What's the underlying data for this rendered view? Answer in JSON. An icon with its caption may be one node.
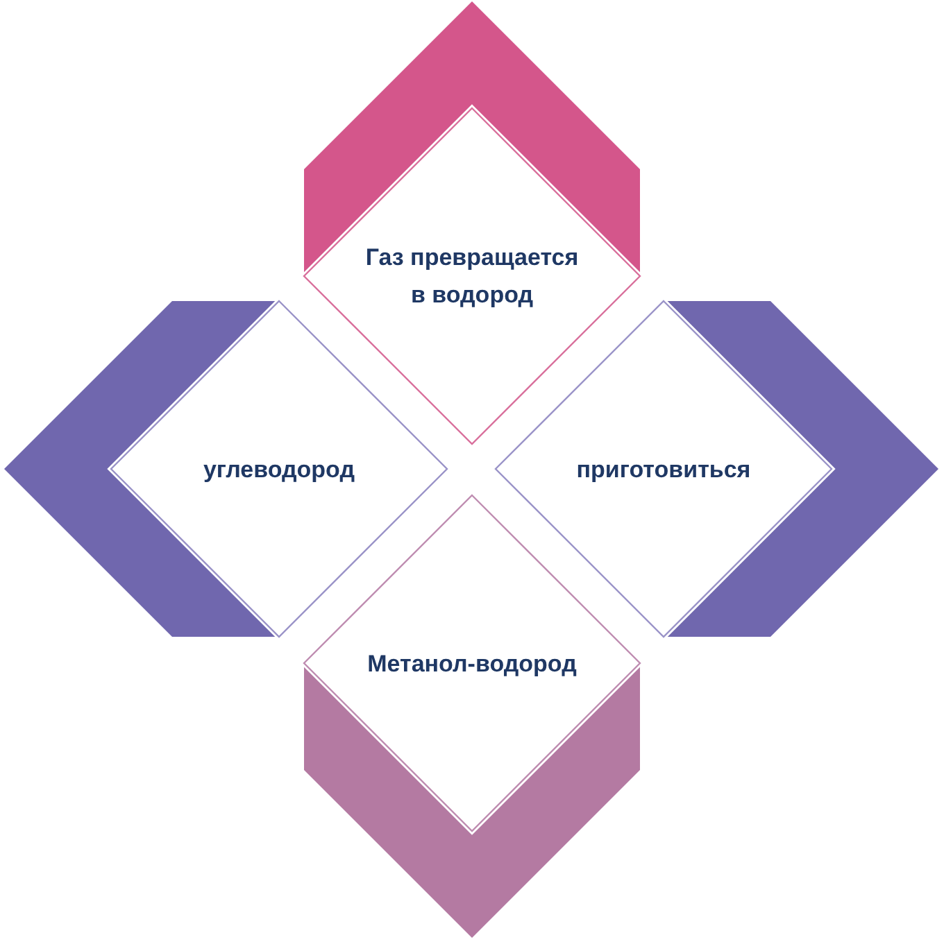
{
  "diagram": {
    "nodes": [
      {
        "text": [
          "Газ превращается в водород"
        ]
      },
      {
        "text": [
          "углеводород"
        ]
      },
      {
        "text": [
          "приготовиться"
        ]
      },
      {
        "text": [
          "Метанол-водород"
        ]
      },
      {
        "text": [],
        "shape": "chevron"
      },
      {
        "text": [],
        "shape": "chevron"
      },
      {
        "text": [],
        "shape": "chevron"
      },
      {
        "text": [],
        "shape": "chevron"
      }
    ]
  }
}
